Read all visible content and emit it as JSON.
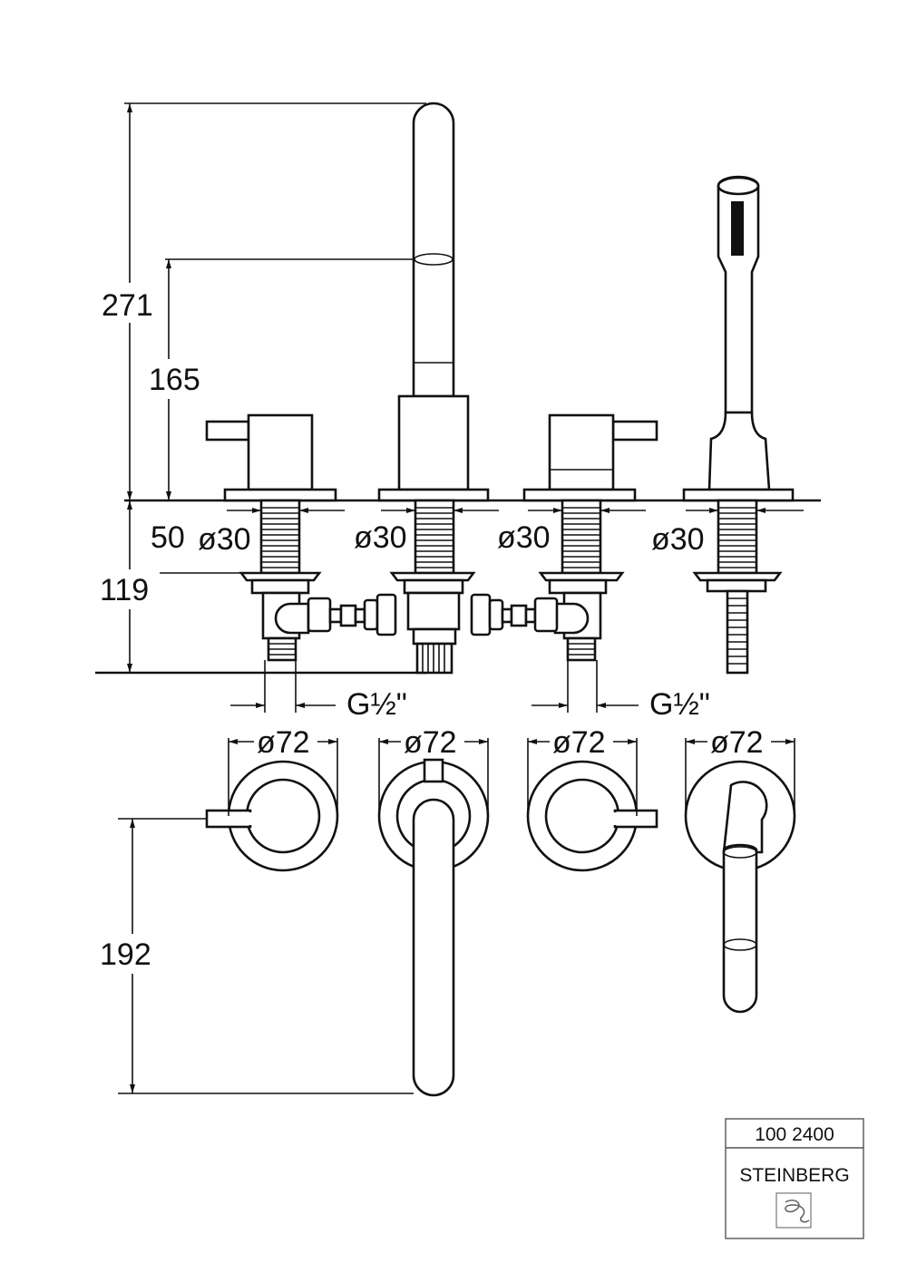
{
  "dimensions": {
    "total_height": "271",
    "spout_height": "165",
    "deck_thickness": "50",
    "below_deck": "119",
    "spout_reach": "192",
    "hole_dia_1": "ø30",
    "hole_dia_2": "ø30",
    "hole_dia_3": "ø30",
    "hole_dia_4": "ø30",
    "connection_left": "G½\"",
    "connection_right": "G½\"",
    "rosette_1": "ø72",
    "rosette_2": "ø72",
    "rosette_3": "ø72",
    "rosette_4": "ø72"
  },
  "title_block": {
    "article_number": "100 2400",
    "brand": "STEINBERG"
  }
}
